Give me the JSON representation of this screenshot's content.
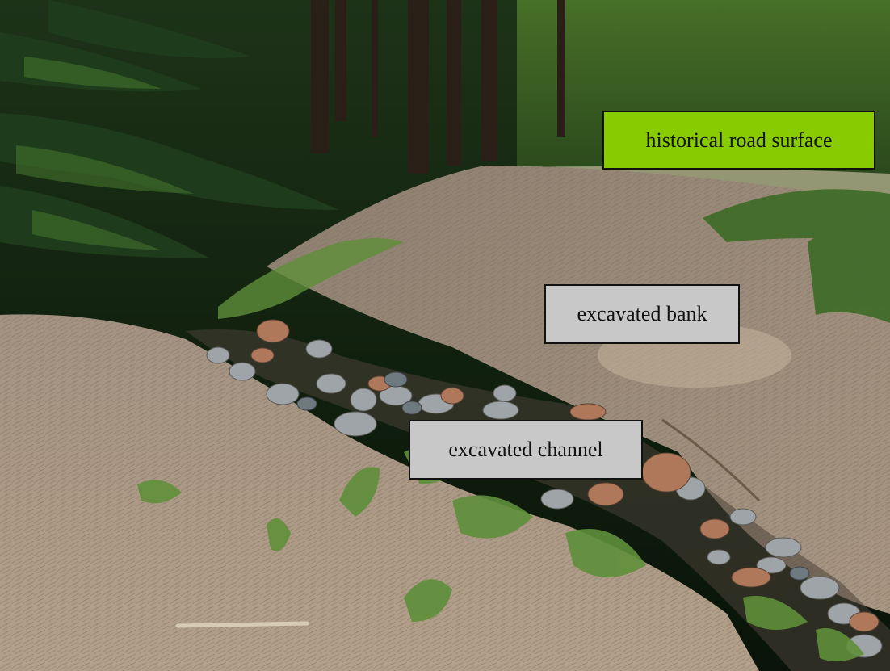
{
  "photo": {
    "subject": "forest stream restoration site",
    "colors": {
      "forest_dark": "#0e1a0c",
      "forest_mid": "#1f3a1a",
      "ground_straw": "#a08f7a",
      "ground_light": "#b9a892",
      "rock_gray": "#9ea4a8",
      "rock_orange": "#b0785a",
      "grass_green": "#5f8f3a"
    }
  },
  "labels": {
    "road": {
      "text": "historical road surface",
      "bg": "#88cc00"
    },
    "bank": {
      "text": "excavated bank",
      "bg": "#c8c8c8"
    },
    "channel": {
      "text": "excavated channel",
      "bg": "#c8c8c8"
    }
  }
}
